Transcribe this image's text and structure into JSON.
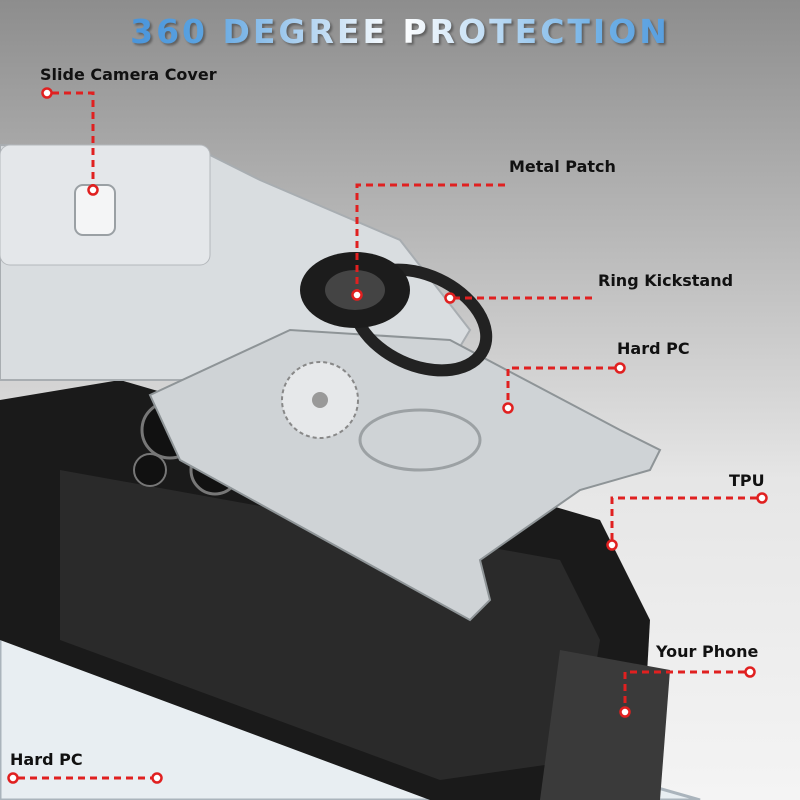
{
  "title": "360 DEGREE PROTECTION",
  "accent_color": "#e02020",
  "callouts": [
    {
      "id": "slide-camera-cover",
      "label": "Slide Camera Cover"
    },
    {
      "id": "metal-patch",
      "label": "Metal Patch"
    },
    {
      "id": "ring-kickstand",
      "label": "Ring Kickstand"
    },
    {
      "id": "hard-pc-top",
      "label": "Hard PC"
    },
    {
      "id": "tpu",
      "label": "TPU"
    },
    {
      "id": "your-phone",
      "label": "Your Phone"
    },
    {
      "id": "hard-pc-bottom",
      "label": "Hard PC"
    }
  ]
}
